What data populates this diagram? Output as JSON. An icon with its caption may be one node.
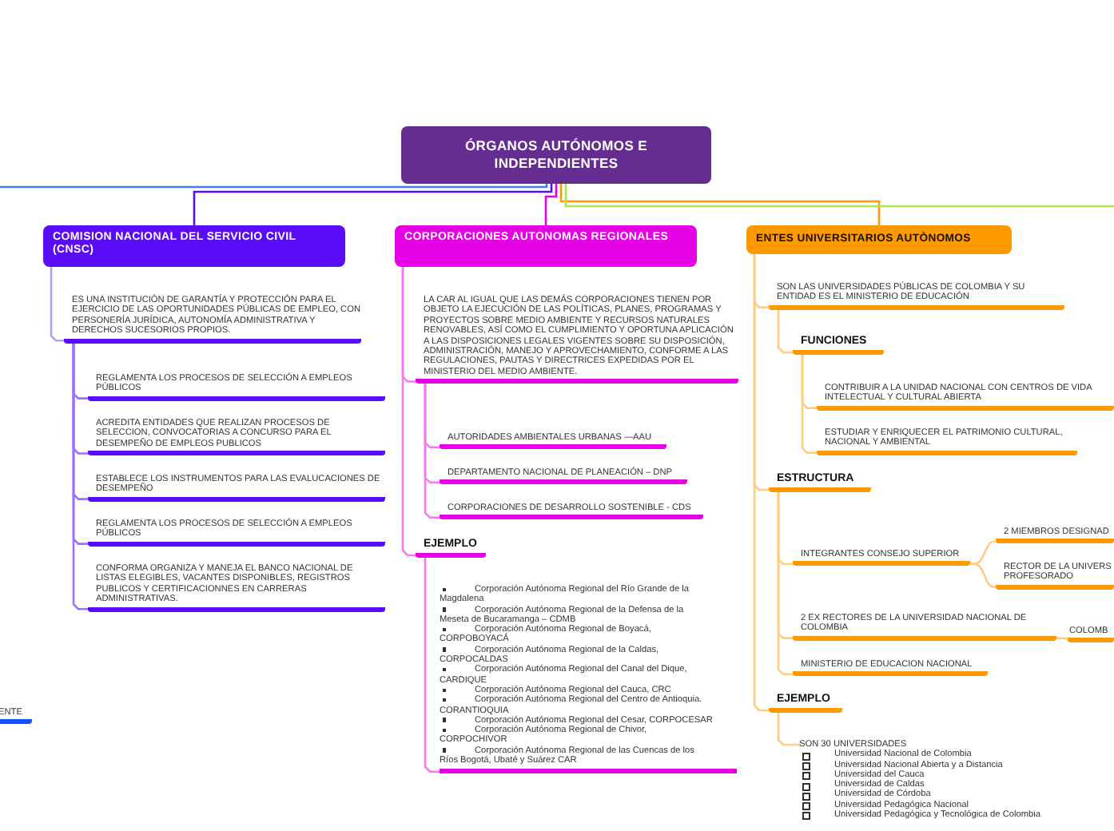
{
  "diagram": {
    "nodes": [
      {
        "text": [
          "ÓRGANOS AUTÓNOMOS E INDEPENDIENTES"
        ]
      },
      {
        "text": [
          "COMISION NACIONAL DEL SERVICIO CIVIL (CNSC)"
        ]
      },
      {
        "text": [
          "CORPORACIONES AUTONOMAS REGIONALES"
        ]
      },
      {
        "text": [
          "ENTES UNIVERSITARIOS AUTÒNOMOS"
        ]
      },
      {
        "text": [
          "ENTE"
        ]
      },
      {
        "text": [
          "ES UNA INSTITUCIÓN DE GARANTÍA Y PROTECCIÓN PARA EL EJERCICIO DE LAS OPORTUNIDADES PÚBLICAS DE EMPLEO, CON PERSONERÍA JURÍDICA, AUTONOMÍA ADMINISTRATIVA Y DERECHOS SUCESORIOS PROPIOS."
        ]
      },
      {
        "text": [
          "REGLAMENTA LOS PROCESOS DE SELECCIÓN A EMPLEOS PÚBLICOS"
        ]
      },
      {
        "text": [
          "ACREDITA ENTIDADES QUE REALIZAN PROCESOS DE SELECCION, CONVOCATORIAS A CONCURSO PARA EL DESEMPEÑO DE EMPLEOS PUBLICOS"
        ]
      },
      {
        "text": [
          "ESTABLECE LOS INSTRUMENTOS PARA LAS EVALUCACIONES DE DESEMPEÑO"
        ]
      },
      {
        "text": [
          "REGLAMENTA LOS PROCESOS DE SELECCIÓN A EMPLEOS PÚBLICOS"
        ]
      },
      {
        "text": [
          "CONFORMA ORGANIZA Y MANEJA EL BANCO NACIONAL DE LISTAS ELEGIBLES, VACANTES DISPONIBLES, REGISTROS PUBLICOS Y CERTIFICACIONNES EN CARRERAS ADMINISTRATIVAS."
        ]
      },
      {
        "text": [
          "LA CAR AL IGUAL QUE LAS DEMÁS CORPORACIONES TIENEN POR OBJETO LA EJECUCIÓN DE LAS POLÍTICAS, PLANES, PROGRAMAS Y PROYECTOS SOBRE MEDIO AMBIENTE Y RECURSOS NATURALES RENOVABLES, ASÍ COMO EL CUMPLIMIENTO Y OPORTUNA APLICACIÓN A LAS DISPOSICIONES LEGALES VIGENTES SOBRE SU DISPOSICIÓN, ADMINISTRACIÓN, MANEJO Y APROVECHAMIENTO, CONFORME A LAS REGULACIONES, PAUTAS Y DIRECTRICES EXPEDIDAS POR EL MINISTERIO DEL MEDIO AMBIENTE."
        ]
      },
      {
        "text": [
          "AUTORIDADES AMBIENTALES URBANAS —AAU"
        ]
      },
      {
        "text": [
          "DEPARTAMENTO NACIONAL DE PLANEACIÓN – DNP"
        ]
      },
      {
        "text": [
          "CORPORACIONES DE DESARROLLO SOSTENIBLE - CDS"
        ]
      },
      {
        "text": [
          "EJEMPLO"
        ]
      },
      {
        "text": [
          "Corporación Autónoma Regional del Río Grande de la Magdalena",
          "Corporación Autónoma Regional de la Defensa de la Meseta de Bucaramanga – CDMB",
          "Corporación Autónoma Regional de Boyacá, CORPOBOYACÁ",
          "Corporación Autónoma Regional de la Caldas, CORPOCALDAS",
          "Corporación Autónoma Regional del Canal del Dique, CARDIQUE",
          "Corporación Autónoma Regional del Cauca, CRC",
          "Corporación Autónoma Regional del Centro de Antioquia. CORANTIOQUIA",
          "Corporación Autónoma Regional del Cesar, CORPOCESAR",
          "Corporación Autónoma Regional de Chivor, CORPOCHIVOR",
          "Corporación Autónoma Regional de las Cuencas de los Ríos Bogotá, Ubaté y Suárez CAR"
        ]
      },
      {
        "text": [
          "SON LAS UNIVERSIDADES PÚBLICAS DE COLOMBIA Y SU ENTIDAD ES EL MINISTERIO DE EDUCACIÓN"
        ]
      },
      {
        "text": [
          "FUNCIONES"
        ]
      },
      {
        "text": [
          "CONTRIBUIR A LA UNIDAD NACIONAL CON CENTROS DE VIDA INTELECTUAL Y CULTURAL ABIERTA"
        ]
      },
      {
        "text": [
          "ESTUDIAR Y ENRIQUECER EL PATRIMONIO CULTURAL, NACIONAL Y AMBIENTAL"
        ]
      },
      {
        "text": [
          "ESTRUCTURA"
        ]
      },
      {
        "text": [
          "INTEGRANTES CONSEJO SUPERIOR"
        ]
      },
      {
        "text": [
          "2 MIEMBROS DESIGNAD"
        ]
      },
      {
        "text": [
          "RECTOR DE LA UNIVERS PROFESORADO"
        ]
      },
      {
        "text": [
          "2 EX RECTORES DE LA UNIVERSIDAD NACIONAL DE COLOMBIA"
        ]
      },
      {
        "text": [
          "COLOMB"
        ]
      },
      {
        "text": [
          "MINISTERIO DE EDUCACION NACIONAL"
        ]
      },
      {
        "text": [
          "EJEMPLO"
        ]
      },
      {
        "text": [
          "SON 30 UNIVERSIDADES",
          "Universidad Nacional de Colombia",
          "Universidad Nacional Abierta y a Distancia",
          "Universidad del Cauca",
          "Universidad de Caldas",
          "Universidad de Córdoba",
          "Universidad Pedagógica Nacional",
          "Universidad Pedagógica y Tecnológica de Colombia"
        ]
      }
    ],
    "edges": [
      {
        "from": 0,
        "to": 1,
        "arrow": "none",
        "color": "#5b0cf7"
      },
      {
        "from": 0,
        "to": 2,
        "arrow": "none",
        "color": "#e600e6"
      },
      {
        "from": 0,
        "to": 3,
        "arrow": "none",
        "color": "#ff9900"
      },
      {
        "from": 0,
        "to": null,
        "arrow": "none",
        "color": "#3d7fff"
      },
      {
        "from": 0,
        "to": null,
        "arrow": "none",
        "color": "#a6e84a"
      },
      {
        "from": 1,
        "to": 5,
        "arrow": "none",
        "color": "#b69cff"
      },
      {
        "from": 5,
        "to": 6,
        "arrow": "none",
        "color": "#9a70ff"
      },
      {
        "from": 5,
        "to": 7,
        "arrow": "none",
        "color": "#9a70ff"
      },
      {
        "from": 5,
        "to": 8,
        "arrow": "none",
        "color": "#9a70ff"
      },
      {
        "from": 5,
        "to": 9,
        "arrow": "none",
        "color": "#9a70ff"
      },
      {
        "from": 5,
        "to": 10,
        "arrow": "none",
        "color": "#9a70ff"
      },
      {
        "from": 2,
        "to": 11,
        "arrow": "none",
        "color": "#f27af2"
      },
      {
        "from": 11,
        "to": 12,
        "arrow": "none",
        "color": "#f27af2"
      },
      {
        "from": 11,
        "to": 13,
        "arrow": "none",
        "color": "#f27af2"
      },
      {
        "from": 11,
        "to": 14,
        "arrow": "none",
        "color": "#f27af2"
      },
      {
        "from": 2,
        "to": 15,
        "arrow": "none",
        "color": "#f27af2"
      },
      {
        "from": 15,
        "to": 16,
        "arrow": "none",
        "color": "#f27af2"
      },
      {
        "from": 3,
        "to": 17,
        "arrow": "none",
        "color": "#ffcc80"
      },
      {
        "from": 17,
        "to": 18,
        "arrow": "none",
        "color": "#ffcc80"
      },
      {
        "from": 18,
        "to": 19,
        "arrow": "none",
        "color": "#ffcc80"
      },
      {
        "from": 18,
        "to": 20,
        "arrow": "none",
        "color": "#ffcc80"
      },
      {
        "from": 3,
        "to": 21,
        "arrow": "none",
        "color": "#ffcc80"
      },
      {
        "from": 21,
        "to": 22,
        "arrow": "none",
        "color": "#ffcc80"
      },
      {
        "from": 22,
        "to": 23,
        "arrow": "none",
        "color": "#ffcc80"
      },
      {
        "from": 22,
        "to": 24,
        "arrow": "none",
        "color": "#ffcc80"
      },
      {
        "from": 21,
        "to": 25,
        "arrow": "none",
        "color": "#ffcc80"
      },
      {
        "from": 25,
        "to": 26,
        "arrow": "none",
        "color": "#ffcc80"
      },
      {
        "from": 21,
        "to": 27,
        "arrow": "none",
        "color": "#ffcc80"
      },
      {
        "from": 3,
        "to": 28,
        "arrow": "none",
        "color": "#ffcc80"
      },
      {
        "from": 28,
        "to": 29,
        "arrow": "none",
        "color": "#ffcc80"
      }
    ]
  }
}
